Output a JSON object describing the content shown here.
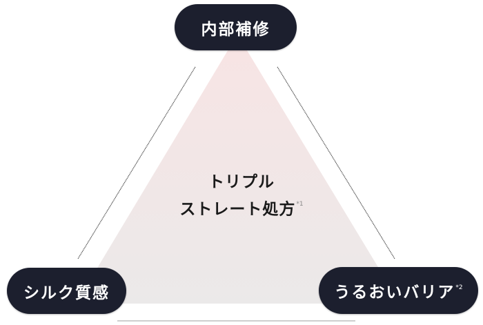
{
  "diagram": {
    "type": "triangle",
    "center": {
      "line1": "トリプル",
      "line2": "ストレート処方",
      "line2_note": "*1"
    },
    "vertices": {
      "top": {
        "label": "内部補修",
        "note": ""
      },
      "bottom_left": {
        "label": "シルク質感",
        "note": ""
      },
      "bottom_right": {
        "label": "うるおいバリア",
        "note": "*2"
      }
    },
    "colors": {
      "pill_bg": "#1c1f2e",
      "pill_text": "#ffffff",
      "triangle_top": "#f7e6e6",
      "triangle_bottom": "#ebe9e9",
      "connector_line": "#555555",
      "base_line": "#bdbdbd",
      "center_text": "#1a1a1a"
    }
  }
}
